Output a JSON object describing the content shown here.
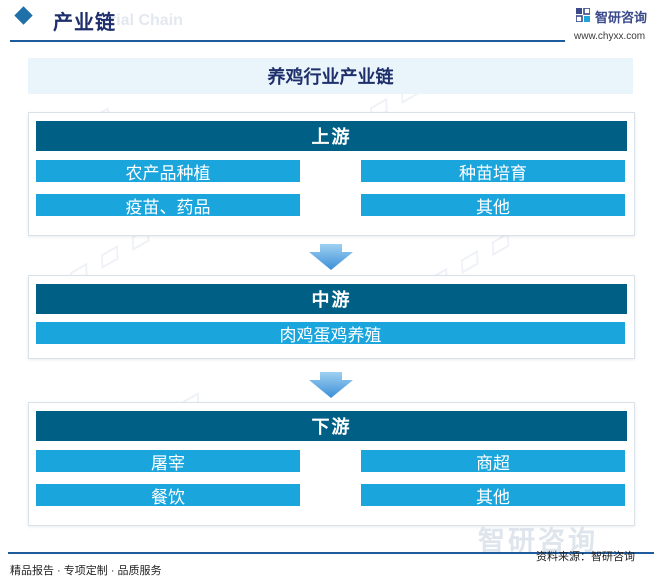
{
  "header": {
    "title": "产业链",
    "ghost": "rial Chain",
    "logo_name": "智研咨询",
    "logo_url": "www.chyxx.com"
  },
  "diagram": {
    "title": "养鸡行业产业链",
    "sections": [
      {
        "label": "上游",
        "items": [
          "农产品种植",
          "种苗培育",
          "疫苗、药品",
          "其他"
        ]
      },
      {
        "label": "中游",
        "items": [
          "肉鸡蛋鸡养殖"
        ]
      },
      {
        "label": "下游",
        "items": [
          "屠宰",
          "商超",
          "餐饮",
          "其他"
        ]
      }
    ]
  },
  "footer": {
    "left": "精品报告 · 专项定制 · 品质服务",
    "right": "资料来源：智研咨询",
    "watermark": "智研咨询"
  },
  "colors": {
    "section_header": "#005f85",
    "item_fill": "#1aa6dc",
    "title_band": "#e9f4fb",
    "arrow": "#4aa0e0",
    "rule": "#1f5c9e"
  }
}
